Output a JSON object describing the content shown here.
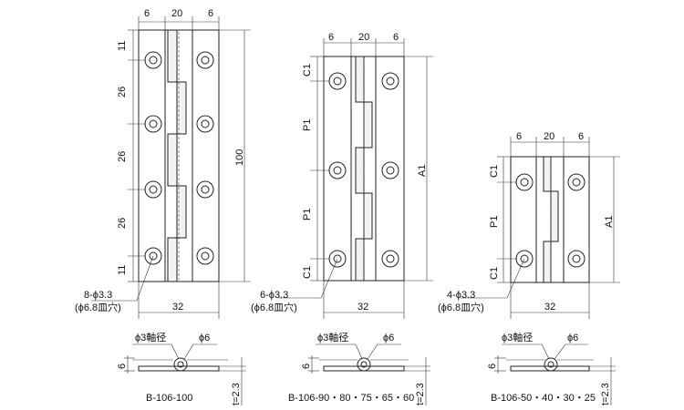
{
  "views": [
    {
      "id": "hinge-100",
      "top_dims": [
        "6",
        "20",
        "6"
      ],
      "left_dims": [
        "11",
        "26",
        "26",
        "26",
        "11"
      ],
      "right_dim": "100",
      "holes_note": "8-ϕ3.3",
      "countersink_note": "(ϕ6.8皿穴)",
      "bottom_dim": "32",
      "model": "B-106-100"
    },
    {
      "id": "hinge-90",
      "top_dims": [
        "6",
        "20",
        "6"
      ],
      "left_dims": [
        "C1",
        "P1",
        "P1",
        "C1"
      ],
      "right_dim": "A1",
      "holes_note": "6-ϕ3.3",
      "countersink_note": "(ϕ6.8皿穴)",
      "bottom_dim": "32",
      "model": "B-106-90・80・75・65・60"
    },
    {
      "id": "hinge-50",
      "top_dims": [
        "6",
        "20",
        "6"
      ],
      "left_dims": [
        "C1",
        "P1",
        "C1"
      ],
      "right_dim": "A1",
      "holes_note": "4-ϕ3.3",
      "countersink_note": "(ϕ6.8皿穴)",
      "bottom_dim": "32",
      "model": "B-106-50・40・30・25"
    }
  ],
  "side_view": {
    "pin_label": "ϕ3軸径",
    "knuckle_label": "ϕ6",
    "height_dim": "6",
    "thickness_dim": "t=2.3"
  }
}
